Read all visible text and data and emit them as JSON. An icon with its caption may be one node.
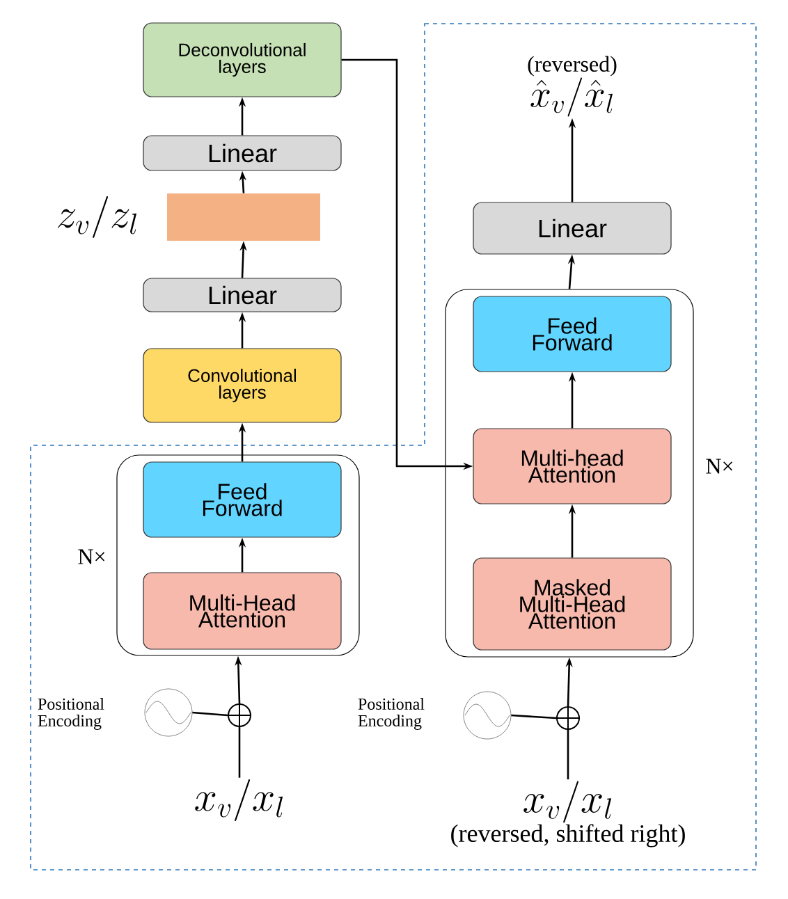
{
  "diagram": {
    "nodes": [
      {
        "text": [
          "Deconvolutional layers"
        ]
      },
      {
        "text": [
          "Linear"
        ]
      },
      {
        "text": [],
        "shape": "box",
        "beside": [
          "z_v/z_l"
        ]
      },
      {
        "text": [
          "Linear"
        ]
      },
      {
        "text": [
          "Convolutional layers"
        ]
      },
      {
        "text": [],
        "shape": "box",
        "beside": [
          "N×"
        ]
      },
      {
        "text": [
          "Feed Forward"
        ],
        "in": 5
      },
      {
        "text": [
          "Multi-Head Attention"
        ],
        "in": 5
      },
      {
        "text": [],
        "shape": "circle",
        "beside": [
          "Positional Encoding"
        ]
      },
      {
        "text": [],
        "shape": "circle"
      },
      {
        "text": [
          "x_v/x_l"
        ]
      },
      {
        "text": [],
        "shape": "box",
        "beside": [
          "N×"
        ]
      },
      {
        "text": [
          "Feed Forward"
        ],
        "in": 11
      },
      {
        "text": [
          "Multi-head Attention"
        ],
        "in": 11
      },
      {
        "text": [
          "Masked Multi-Head Attention"
        ],
        "in": 11
      },
      {
        "text": [
          "Linear"
        ]
      },
      {
        "text": [
          "(reversed)",
          "\\hat{x}_v/\\hat{x}_l"
        ]
      },
      {
        "text": [],
        "shape": "circle",
        "beside": [
          "Positional Encoding"
        ]
      },
      {
        "text": [],
        "shape": "circle"
      },
      {
        "text": [
          "x_v/x_l",
          "(reversed, shifted right)"
        ]
      }
    ],
    "edges": [
      {
        "from": 10,
        "to": 9,
        "arrow": "none"
      },
      {
        "from": 8,
        "to": 9,
        "arrow": "none"
      },
      {
        "from": 9,
        "to": 5,
        "arrow": "to"
      },
      {
        "from": 7,
        "to": 6,
        "arrow": "to"
      },
      {
        "from": 6,
        "to": 4,
        "arrow": "to"
      },
      {
        "from": 4,
        "to": 3,
        "arrow": "to"
      },
      {
        "from": 3,
        "to": 2,
        "arrow": "to"
      },
      {
        "from": 2,
        "to": 1,
        "arrow": "to"
      },
      {
        "from": 1,
        "to": 0,
        "arrow": "to"
      },
      {
        "from": 0,
        "to": 13,
        "arrow": "to"
      },
      {
        "from": 19,
        "to": 18,
        "arrow": "none"
      },
      {
        "from": 17,
        "to": 18,
        "arrow": "none"
      },
      {
        "from": 18,
        "to": 11,
        "arrow": "to"
      },
      {
        "from": 14,
        "to": 13,
        "arrow": "to"
      },
      {
        "from": 13,
        "to": 12,
        "arrow": "to"
      },
      {
        "from": 11,
        "to": 15,
        "arrow": "to"
      },
      {
        "from": 15,
        "to": 16,
        "arrow": "to"
      }
    ]
  }
}
